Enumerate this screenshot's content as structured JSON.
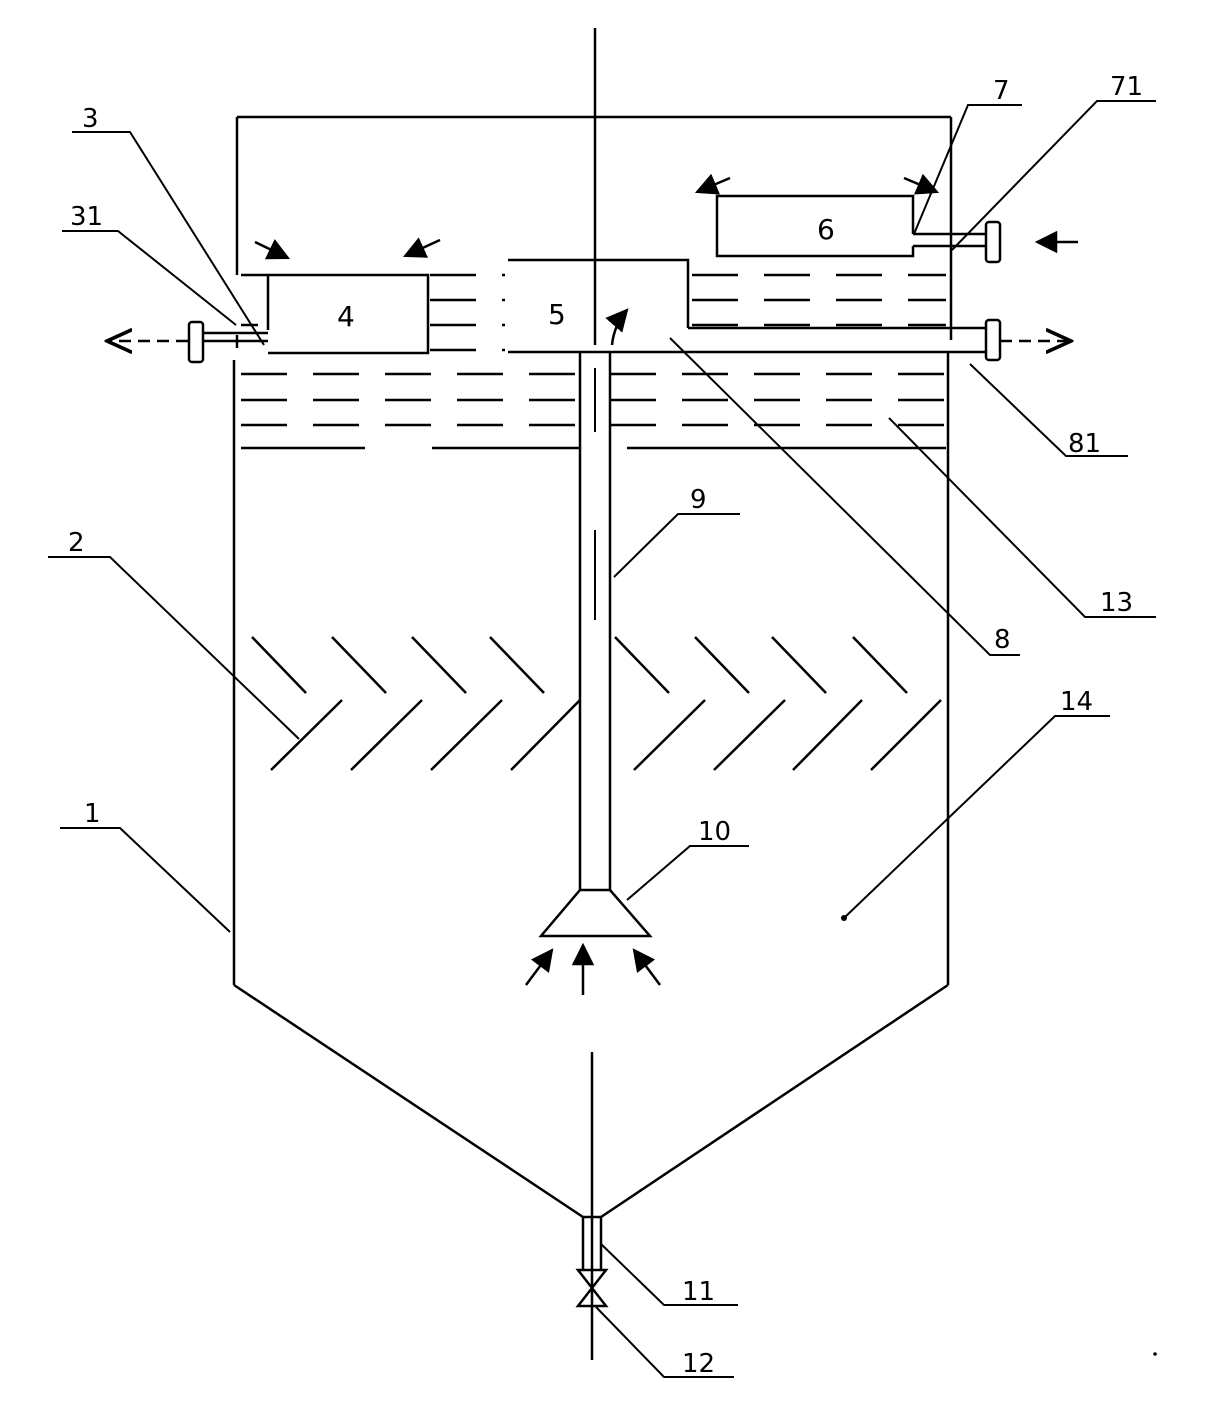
{
  "figure": {
    "box_labels": {
      "box4": "4",
      "box5": "5",
      "box6": "6"
    },
    "callouts": {
      "l1": "1",
      "l2": "2",
      "l3": "3",
      "l31": "31",
      "l7": "7",
      "l71": "71",
      "l8": "8",
      "l81": "81",
      "l9": "9",
      "l10": "10",
      "l11": "11",
      "l12": "12",
      "l13": "13",
      "l14": "14"
    }
  }
}
